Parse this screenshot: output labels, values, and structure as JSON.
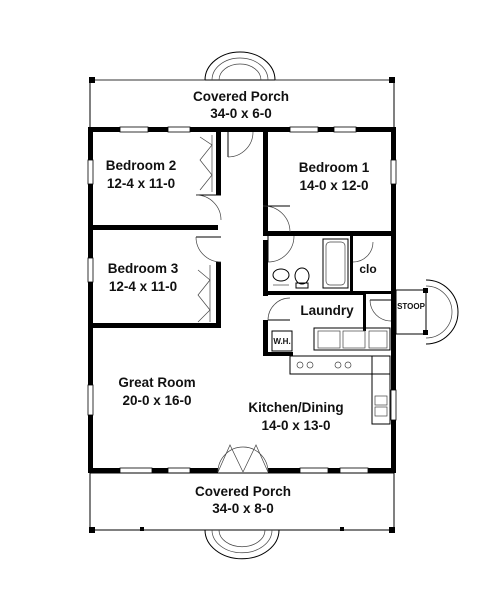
{
  "rooms": {
    "porch_top": {
      "name": "Covered Porch",
      "size": "34-0 x 6-0"
    },
    "bedroom2": {
      "name": "Bedroom 2",
      "size": "12-4 x 11-0"
    },
    "bedroom1": {
      "name": "Bedroom 1",
      "size": "14-0 x 12-0"
    },
    "bedroom3": {
      "name": "Bedroom 3",
      "size": "12-4 x 11-0"
    },
    "clo": {
      "name": "clo"
    },
    "laundry": {
      "name": "Laundry"
    },
    "stoop": {
      "name": "STOOP"
    },
    "great_room": {
      "name": "Great Room",
      "size": "20-0 x 16-0"
    },
    "kitchen": {
      "name": "Kitchen/Dining",
      "size": "14-0 x 13-0"
    },
    "porch_bottom": {
      "name": "Covered Porch",
      "size": "34-0 x 8-0"
    }
  },
  "appliances": {
    "water_heater": "W.H."
  },
  "colors": {
    "wall": "#000000",
    "background": "#ffffff"
  }
}
